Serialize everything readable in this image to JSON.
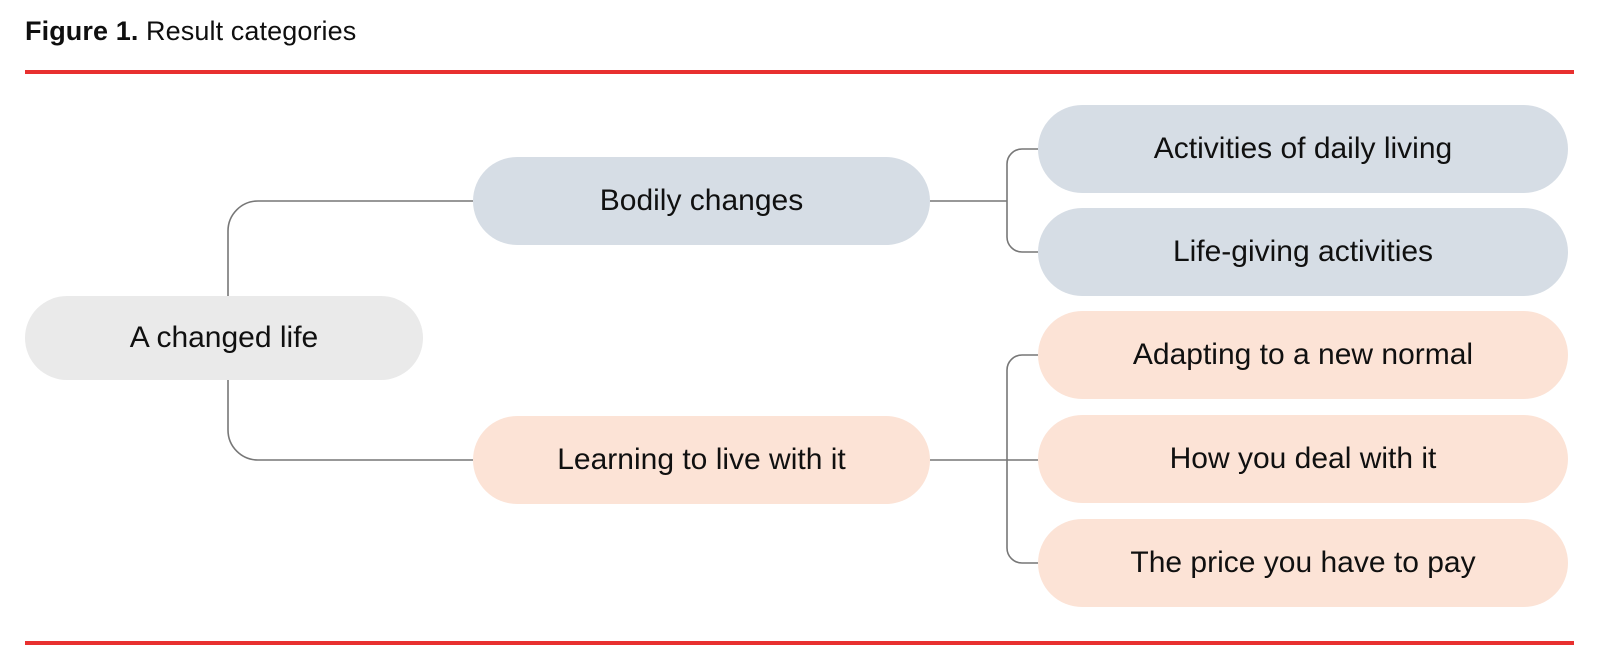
{
  "figure": {
    "label": "Figure 1.",
    "title": "Result categories"
  },
  "colors": {
    "rule": "#e8302f",
    "root_fill": "#eaeaea",
    "branch_blue_fill": "#d6dde5",
    "branch_peach_fill": "#fce3d6",
    "connector": "#777777",
    "text": "#101010",
    "background": "#ffffff"
  },
  "diagram": {
    "type": "tree",
    "root": {
      "label": "A changed life",
      "style": "root"
    },
    "branches": [
      {
        "label": "Bodily changes",
        "style": "blue",
        "children": [
          {
            "label": "Activities of daily living",
            "style": "blue"
          },
          {
            "label": "Life-giving activities",
            "style": "blue"
          }
        ]
      },
      {
        "label": "Learning to live with it",
        "style": "peach",
        "children": [
          {
            "label": "Adapting to a new normal",
            "style": "peach"
          },
          {
            "label": "How you deal with it",
            "style": "peach"
          },
          {
            "label": "The price you have to pay",
            "style": "peach"
          }
        ]
      }
    ]
  }
}
